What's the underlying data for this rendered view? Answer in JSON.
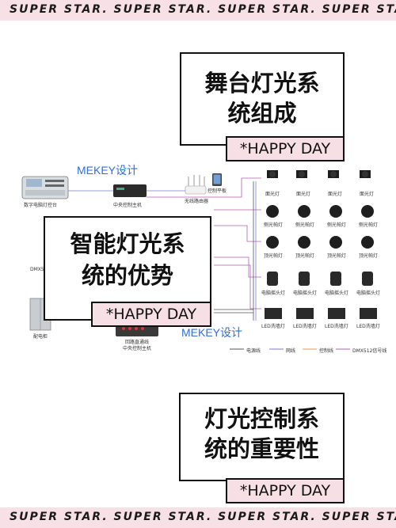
{
  "banner_top": "SUPER STAR.  SUPER STAR.  SUPER STAR.  SUPER STAR",
  "banner_bottom": "SUPER STAR.  SUPER STAR.  SUPER STAR.  SUPER STAR",
  "callouts": [
    {
      "line1": "舞台灯光系",
      "line2": "统组成",
      "tag": "*HAPPY DAY"
    },
    {
      "line1": "智能灯光系",
      "line2": "统的优势",
      "tag": "*HAPPY DAY"
    },
    {
      "line1": "灯光控制系",
      "line2": "统的重要性",
      "tag": "*HAPPY DAY"
    }
  ],
  "diagram": {
    "watermarks": [
      "MEKEY设计",
      "MEKEY设计"
    ],
    "devices": {
      "console": "数字电脑灯控台",
      "host": "中央控制主机",
      "router": "无线路由器",
      "tablet": "控制平板",
      "dmx": "DMX5",
      "cabinet": "配电柜",
      "relay": "回路直通线",
      "relay2": "中央控制主机"
    },
    "fixture_rows": [
      {
        "label": "面光灯",
        "count": 4
      },
      {
        "label": "侧光帕灯",
        "count": 4
      },
      {
        "label": "顶光帕灯",
        "count": 4
      },
      {
        "label": "电脑摇头灯",
        "count": 4
      },
      {
        "label": "LED洗墙灯",
        "count": 4
      }
    ],
    "legend": [
      "电源线",
      "网线",
      "控制线",
      "DMX512信号线"
    ],
    "colors": {
      "power": "#555555",
      "network": "#7a7acc",
      "control": "#e0a050",
      "dmx": "#b060b0"
    }
  }
}
